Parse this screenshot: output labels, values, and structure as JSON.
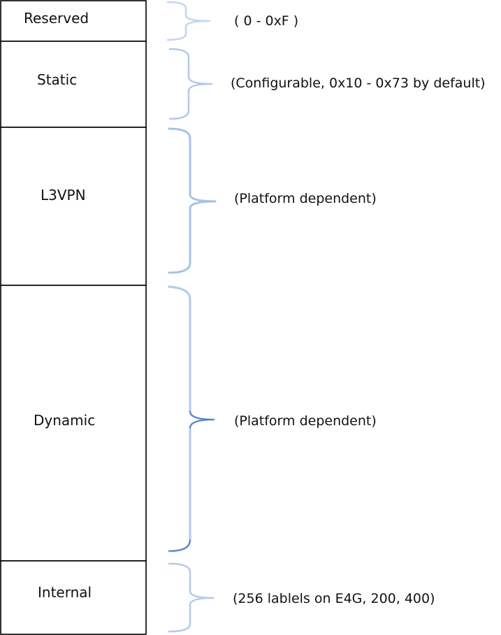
{
  "segments": [
    {
      "label": "Reserved",
      "description": "( 0 - 0xF )"
    },
    {
      "label": "Static",
      "description": "(Configurable, 0x10 - 0x73 by default)"
    },
    {
      "label": "L3VPN",
      "description": "(Platform dependent)"
    },
    {
      "label": "Dynamic",
      "description": "(Platform dependent)"
    },
    {
      "label": "Internal",
      "description": "(256 lablels on E4G, 200, 400)"
    }
  ],
  "colors": {
    "box_stroke": "#000000",
    "brace_light": "#a9c3e4",
    "brace_dark": "#4a78bf",
    "text": "#111111"
  }
}
